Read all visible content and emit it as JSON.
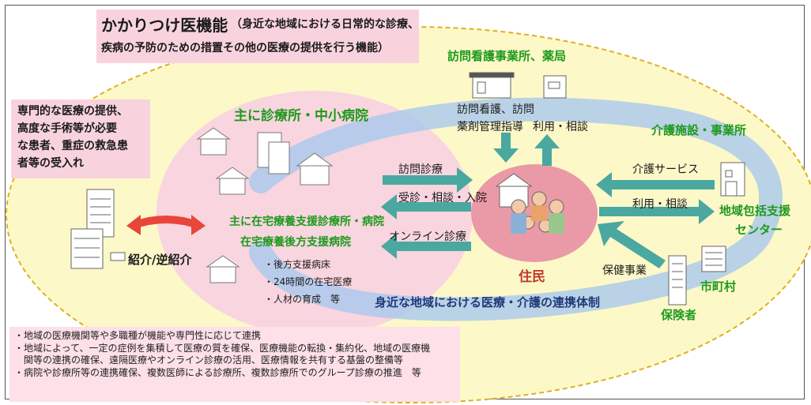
{
  "header": {
    "title": "かかりつけ医機能",
    "title_desc_1": "（身近な地域における日常的な診療、",
    "title_desc_2": "疾病の予防のための措置その他の医療の提供を行う機能）"
  },
  "left_box": {
    "lines": [
      "専門的な医療の提供、",
      "高度な手術等が必要",
      "な患者、重症の救急患",
      "者等の受入れ"
    ]
  },
  "referral": {
    "label": "紹介/逆紹介"
  },
  "clinics": {
    "title": "主に診療所・中小病院",
    "home_care_title_1": "主に在宅療養支援診療所・病院",
    "home_care_title_2": "在宅療養後方支援病院",
    "bullets": [
      "・後方支援病床",
      "・24時間の在宅医療",
      "・人材の育成　等"
    ]
  },
  "visiting": {
    "title": "訪問看護事業所、薬局",
    "label_1": "訪問看護、訪問",
    "label_2": "薬剤管理指導",
    "label_3": "利用・相談"
  },
  "arrows": {
    "home_visit": "訪問診療",
    "consult": "受診・相談・入院",
    "online": "オンライン診療"
  },
  "resident": {
    "label": "住民"
  },
  "right_side": {
    "care_facility": "介護施設・事業所",
    "care_service": "介護サービス",
    "use_consult": "利用・相談",
    "center_1": "地域包括支援",
    "center_2": "センター",
    "health_service": "保健事業",
    "municipality": "市町村",
    "insurer": "保険者"
  },
  "banner": {
    "label": "身近な地域における医療・介護の連携体制"
  },
  "notes": [
    "・地域の医療機関等や多職種が機能や専門性に応じて連携",
    "・地域によって、一定の症例を集積して医療の質を確保、医療機能の転換・集約化、地域の医療機",
    "　関等の連携の確保、遠隔医療やオンライン診療の活用、医療情報を共有する基盤の整備等",
    "・病院や診療所等の連携確保、複数医師による診療所、複数診療所でのグループ診療の推進　等"
  ],
  "colors": {
    "pink": "#f8d3de",
    "yellow": "#fdf8c8",
    "teal": "#4aa8a0",
    "green_text": "#1e9a1e",
    "red_arrow": "#e8463a",
    "blue_band": "#a9c8ec"
  }
}
